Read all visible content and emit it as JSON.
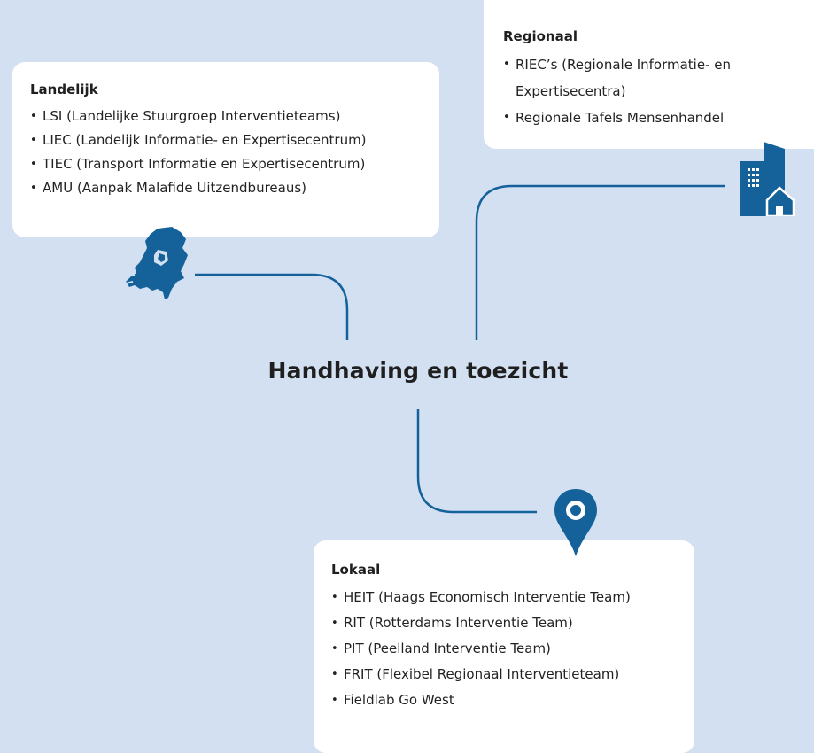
{
  "center": {
    "title": "Handhaving en toezicht"
  },
  "landelijk": {
    "title": "Landelijk",
    "items": [
      "LSI (Landelijke Stuurgroep Interventieteams)",
      "LIEC (Landelijk Informatie- en Expertisecentrum)",
      "TIEC (Transport Informatie en Expertisecentrum)",
      "AMU (Aanpak Malafide Uitzendbureaus)"
    ],
    "icon": "netherlands-map-icon"
  },
  "regionaal": {
    "title": "Regionaal",
    "items": [
      "RIEC’s (Regionale Informatie- en Expertisecentra)",
      "Regionale Tafels Mensenhandel"
    ],
    "icon": "buildings-icon"
  },
  "lokaal": {
    "title": "Lokaal",
    "items": [
      "HEIT (Haags Economisch Interventie Team)",
      "RIT (Rotterdams Interventie Team)",
      "PIT (Peelland Interventie Team)",
      "FRIT (Flexibel Regionaal Interventieteam)",
      "Fieldlab Go West"
    ],
    "icon": "location-pin-icon"
  },
  "colors": {
    "background": "#d3e0f1",
    "accent": "#15629b",
    "card": "#ffffff"
  }
}
